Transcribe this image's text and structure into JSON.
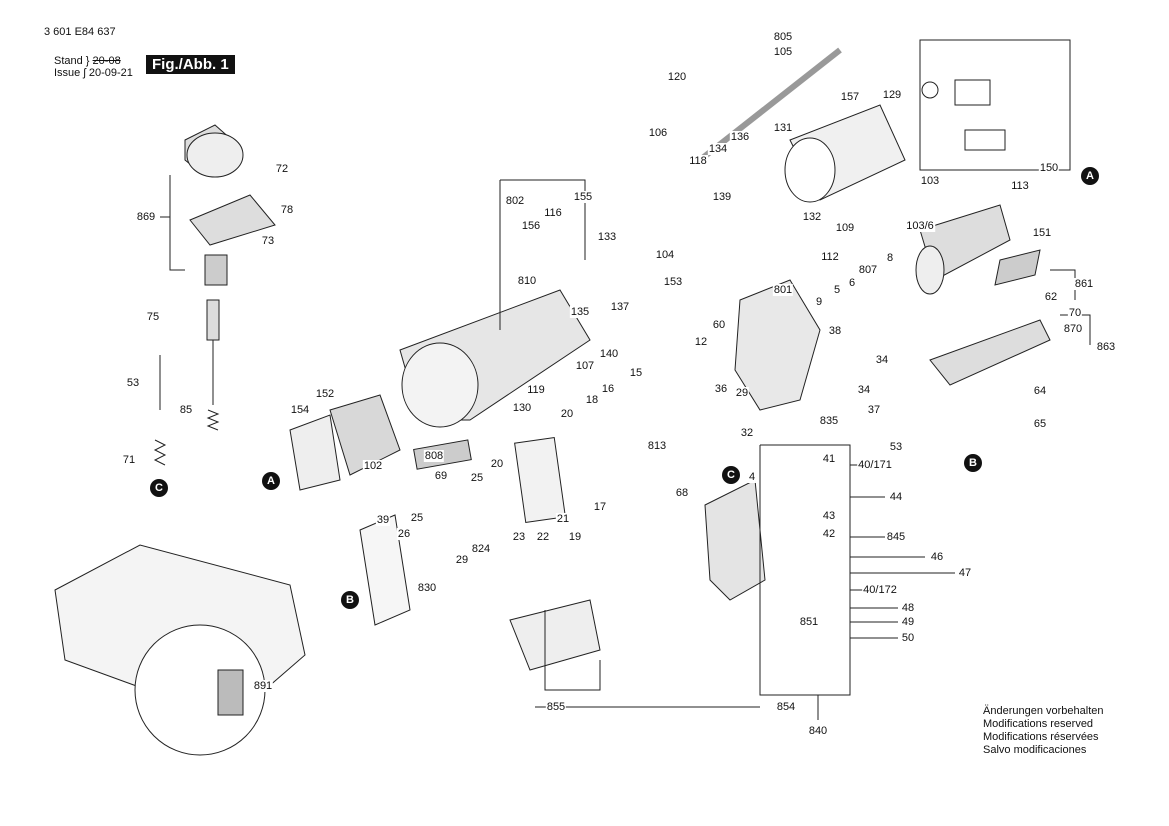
{
  "header": {
    "part_number": "3 601 E84 637",
    "stand_label": "Stand",
    "stand_value": "20-08",
    "issue_label": "Issue",
    "issue_value": "20-09-21",
    "figure_label": "Fig./Abb. 1"
  },
  "labels": [
    "805",
    "105",
    "120",
    "157",
    "129",
    "131",
    "106",
    "136",
    "134",
    "118",
    "139",
    "132",
    "109",
    "103",
    "113",
    "150",
    "151",
    "103/6",
    "802",
    "155",
    "116",
    "156",
    "133",
    "104",
    "112",
    "810",
    "153",
    "137",
    "135",
    "801",
    "807",
    "8",
    "6",
    "5",
    "9",
    "62",
    "861",
    "70",
    "870",
    "863",
    "60",
    "12",
    "38",
    "140",
    "107",
    "34",
    "34",
    "15",
    "36",
    "29",
    "119",
    "16",
    "18",
    "37",
    "835",
    "64",
    "65",
    "152",
    "154",
    "130",
    "20",
    "813",
    "32",
    "53",
    "40/171",
    "4",
    "41",
    "102",
    "808",
    "69",
    "20",
    "25",
    "21",
    "17",
    "44",
    "43",
    "42",
    "845",
    "68",
    "25",
    "26",
    "824",
    "23",
    "22",
    "19",
    "29",
    "830",
    "39",
    "46",
    "47",
    "40/172",
    "48",
    "49",
    "50",
    "851",
    "891",
    "855",
    "854",
    "840",
    "869",
    "72",
    "78",
    "73",
    "75",
    "53",
    "85",
    "71"
  ],
  "callouts": [
    "A",
    "A",
    "B",
    "B",
    "C",
    "C"
  ],
  "notes": [
    "Änderungen vorbehalten",
    "Modifications reserved",
    "Modifications réservées",
    "Salvo modificaciones"
  ]
}
